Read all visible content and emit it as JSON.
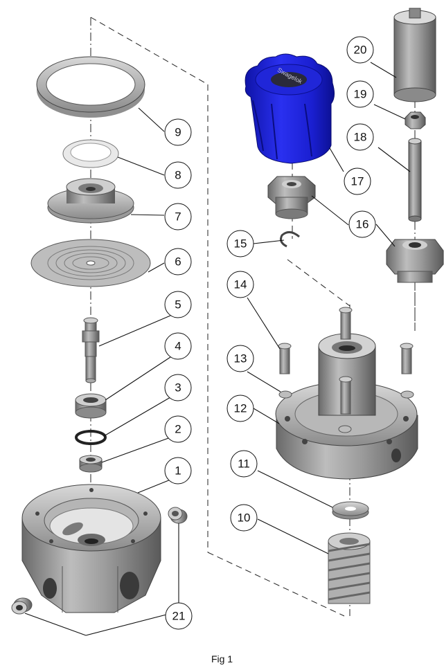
{
  "caption": "Fig 1",
  "brand_mark": "Swagelok",
  "colors": {
    "knob_blue": "#1f24d6",
    "metal_light": "#c9c9c9",
    "metal_mid": "#9a9a9a",
    "metal_dark": "#5e5e5e"
  },
  "callouts": {
    "c1": "1",
    "c2": "2",
    "c3": "3",
    "c4": "4",
    "c5": "5",
    "c6": "6",
    "c7": "7",
    "c8": "8",
    "c9": "9",
    "c10": "10",
    "c11": "11",
    "c12": "12",
    "c13": "13",
    "c14": "14",
    "c15": "15",
    "c16": "16",
    "c17": "17",
    "c18": "18",
    "c19": "19",
    "c20": "20",
    "c21": "21"
  }
}
